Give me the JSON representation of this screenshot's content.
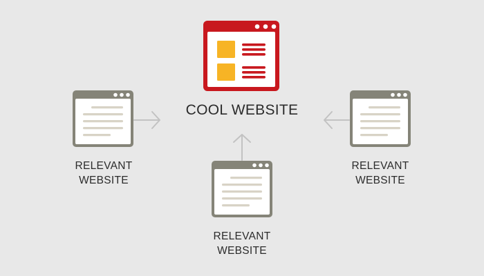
{
  "colors": {
    "background": "#e8e8e8",
    "main_frame": "#c8181e",
    "main_accent": "#f7b425",
    "side_frame": "#858478",
    "page_fill": "#ffffff",
    "text_lines": "#d8d3c6",
    "arrows": "#c2c2c2",
    "dots": "#ffffff"
  },
  "main_node": {
    "icon": "browser-window-icon",
    "label": "COOL WEBSITE"
  },
  "side_nodes": [
    {
      "id": "left",
      "icon": "browser-window-icon",
      "line1": "RELEVANT",
      "line2": "WEBSITE"
    },
    {
      "id": "bottom",
      "icon": "browser-window-icon",
      "line1": "RELEVANT",
      "line2": "WEBSITE"
    },
    {
      "id": "right",
      "icon": "browser-window-icon",
      "line1": "RELEVANT",
      "line2": "WEBSITE"
    }
  ],
  "edges": [
    {
      "from": "left",
      "to": "main",
      "icon": "arrow-right-icon"
    },
    {
      "from": "bottom",
      "to": "main",
      "icon": "arrow-up-icon"
    },
    {
      "from": "right",
      "to": "main",
      "icon": "arrow-left-icon"
    }
  ]
}
